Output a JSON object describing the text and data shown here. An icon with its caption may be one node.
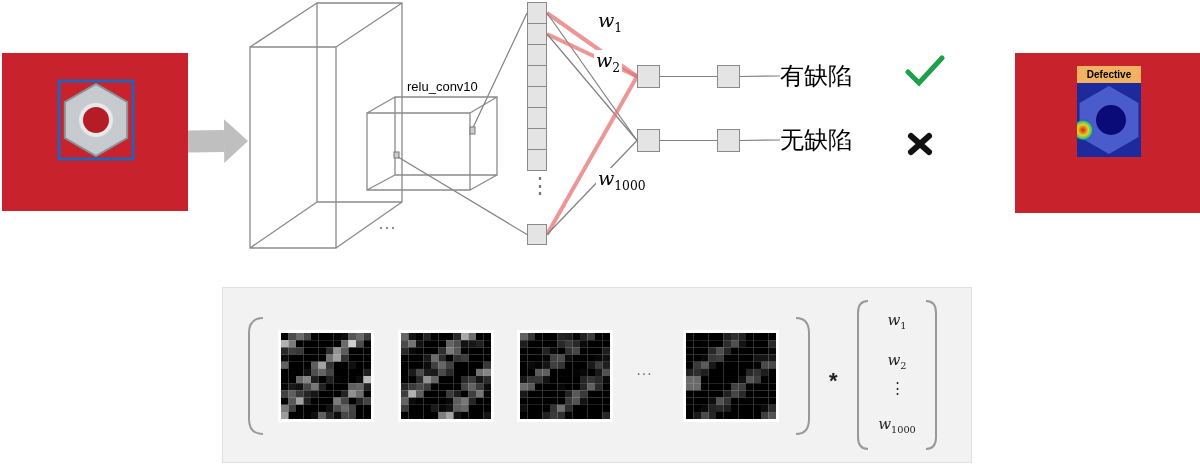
{
  "diagram": {
    "nodes": [
      {
        "text": [],
        "shape": "picture"
      },
      {
        "text": [],
        "shape": "cuboid"
      },
      {
        "text": [
          "relu_conv10"
        ]
      },
      {
        "text": [],
        "shape": "box"
      },
      {
        "text": [],
        "shape": "box"
      },
      {
        "text": [],
        "shape": "box"
      },
      {
        "text": [],
        "shape": "box"
      },
      {
        "text": [],
        "shape": "box"
      },
      {
        "text": [],
        "shape": "box"
      },
      {
        "text": [],
        "shape": "box"
      },
      {
        "text": [],
        "shape": "box"
      },
      {
        "text": [],
        "shape": "box"
      },
      {
        "text": [],
        "shape": "box"
      },
      {
        "text": [],
        "shape": "box"
      },
      {
        "text": [],
        "shape": "box"
      },
      {
        "text": [],
        "shape": "box"
      },
      {
        "text": [
          "有缺陷"
        ]
      },
      {
        "text": [
          "无缺陷"
        ]
      },
      {
        "text": [],
        "shape": "picture"
      },
      {
        "text": [
          "Defective"
        ],
        "in": 18
      },
      {
        "text": [],
        "shape": "box"
      },
      {
        "text": [],
        "shape": "picture",
        "in": 20
      },
      {
        "text": [],
        "shape": "picture",
        "in": 20
      },
      {
        "text": [],
        "shape": "picture",
        "in": 20
      },
      {
        "text": [],
        "shape": "picture",
        "in": 20
      },
      {
        "text": [
          "*w*$_{1}$",
          "*w*$_{2}$",
          "⋮",
          "*w*$_{1000}$"
        ],
        "in": 20
      }
    ],
    "edges": [
      {
        "from": 0,
        "to": 1,
        "arrow": "to",
        "style": "thick",
        "color": "#bfbfbf"
      },
      {
        "from": 2,
        "to": 3,
        "arrow": "none"
      },
      {
        "from": 2,
        "to": 11,
        "arrow": "none"
      },
      {
        "from": 3,
        "to": 12,
        "arrow": "none",
        "label": "*w*$_{1}$",
        "style": "thick",
        "color": "#e57373"
      },
      {
        "from": 3,
        "to": 13,
        "arrow": "none"
      },
      {
        "from": 4,
        "to": 12,
        "arrow": "none",
        "label": "*w*$_{2}$",
        "style": "thick",
        "color": "#e57373"
      },
      {
        "from": 4,
        "to": 13,
        "arrow": "none"
      },
      {
        "from": 11,
        "to": 12,
        "arrow": "none",
        "label": "*w*$_{1000}$",
        "style": "thick",
        "color": "#e57373"
      },
      {
        "from": 11,
        "to": 13,
        "arrow": "none"
      },
      {
        "from": 12,
        "to": 14,
        "arrow": "none"
      },
      {
        "from": 13,
        "to": 15,
        "arrow": "none"
      },
      {
        "from": 14,
        "to": 16,
        "arrow": "none"
      },
      {
        "from": 15,
        "to": 17,
        "arrow": "none"
      }
    ],
    "labels": [
      "⋮",
      "···",
      "···",
      "*"
    ]
  }
}
